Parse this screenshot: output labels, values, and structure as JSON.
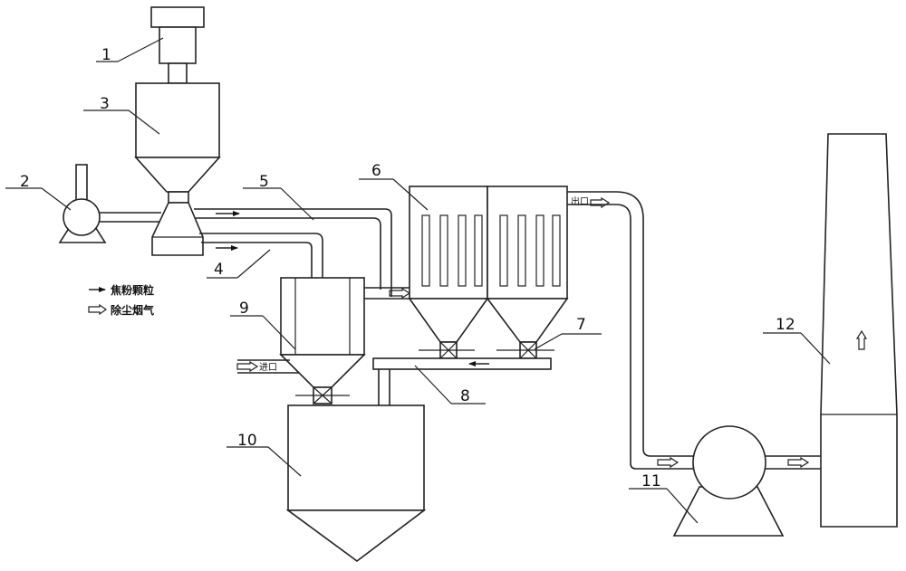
{
  "labels": {
    "n1": "1",
    "n2": "2",
    "n3": "3",
    "n4": "4",
    "n5": "5",
    "n6": "6",
    "n7": "7",
    "n8": "8",
    "n9": "9",
    "n10": "10",
    "n11": "11",
    "n12": "12"
  },
  "legend": {
    "coke_particles": "焦粉颗粒",
    "dedusted_flue_gas": "除尘烟气"
  },
  "ports": {
    "inlet_9": "进口",
    "outlet_6": "出口"
  }
}
